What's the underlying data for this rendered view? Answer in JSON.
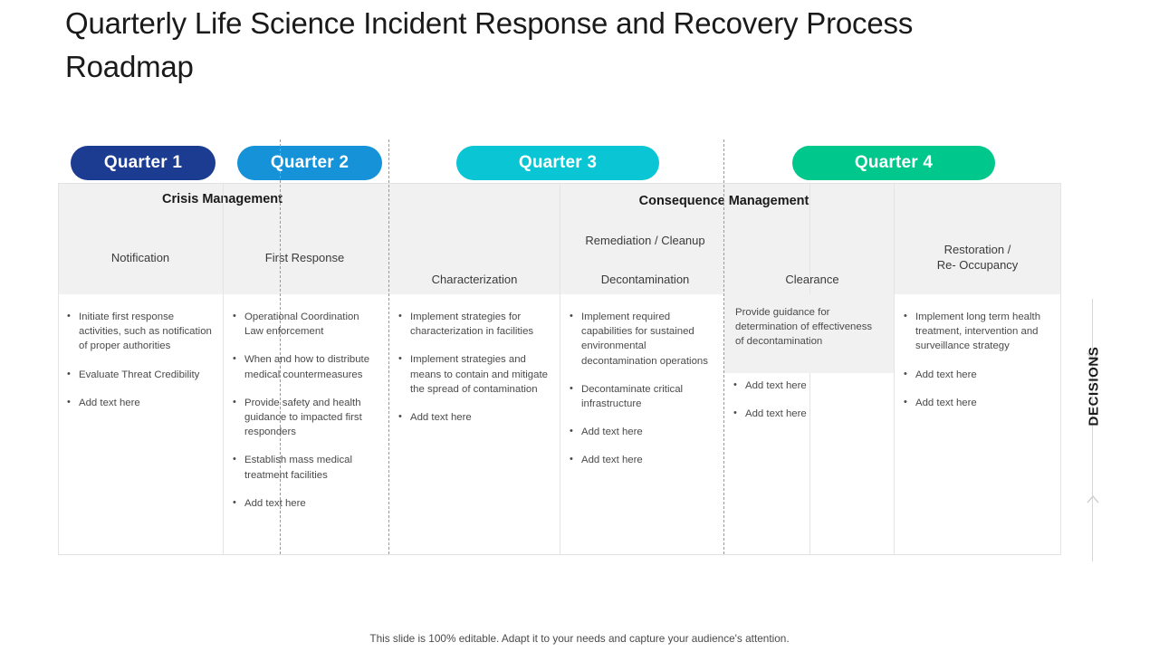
{
  "slide": {
    "title": "Quarterly Life Science Incident Response and Recovery Process Roadmap",
    "footer_note": "This slide is 100% editable. Adapt it to your needs and capture your audience's attention.",
    "side_label": "DECISIONS"
  },
  "colors": {
    "quarter1": "#1b3c91",
    "quarter2": "#1592d8",
    "quarter3": "#0ac6d4",
    "quarter4": "#00c78c",
    "header_band": "#f1f1f1",
    "callout": "#f1f1f1",
    "divider_dashed": "#9a9a9a",
    "divider_solid": "#e4e4e4",
    "text_body": "#4a4a4a",
    "text_heading": "#1a1a1a"
  },
  "quarters": [
    {
      "label": "Quarter 1",
      "color_key": "quarter1"
    },
    {
      "label": "Quarter 2",
      "color_key": "quarter2"
    },
    {
      "label": "Quarter 3",
      "color_key": "quarter3"
    },
    {
      "label": "Quarter 4",
      "color_key": "quarter4"
    }
  ],
  "groups": [
    {
      "title": "Crisis Management"
    },
    {
      "title": "Consequence Management"
    }
  ],
  "columns": [
    {
      "phase": "Notification",
      "items": [
        {
          "type": "bullet",
          "text": "Initiate first response activities, such as notification of proper authorities"
        },
        {
          "type": "bullet",
          "text": "Evaluate Threat Credibility"
        },
        {
          "type": "bullet",
          "text": "Add text here"
        }
      ]
    },
    {
      "phase": "First Response",
      "items": [
        {
          "type": "bullet",
          "text": "Operational Coordination Law enforcement"
        },
        {
          "type": "bullet",
          "text": "When and how to distribute medical countermeasures"
        },
        {
          "type": "bullet",
          "text": "Provide safety and health guidance to impacted first responders"
        },
        {
          "type": "bullet",
          "text": "Establish mass medical treatment facilities"
        },
        {
          "type": "bullet",
          "text": "Add text here"
        }
      ]
    },
    {
      "phase": "Characterization",
      "items": [
        {
          "type": "bullet",
          "text": "Implement strategies for characterization in facilities"
        },
        {
          "type": "bullet",
          "text": "Implement strategies and means to contain and mitigate the spread of contamination"
        },
        {
          "type": "bullet",
          "text": "Add text here"
        }
      ]
    },
    {
      "phase": "Decontamination",
      "phase_above": "Remediation / Cleanup",
      "items": [
        {
          "type": "bullet",
          "text": "Implement required capabilities for sustained environmental decontamination operations"
        },
        {
          "type": "bullet",
          "text": "Decontaminate critical infrastructure"
        },
        {
          "type": "bullet",
          "text": "Add text here"
        },
        {
          "type": "bullet",
          "text": "Add text here"
        }
      ]
    },
    {
      "phase": "Clearance",
      "callout": "Provide guidance for determination of effectiveness of decontamination",
      "items": [
        {
          "type": "bullet",
          "text": "Add text here"
        },
        {
          "type": "bullet",
          "text": "Add text here"
        }
      ]
    },
    {
      "phase": "Restoration /\nRe- Occupancy",
      "items": [
        {
          "type": "bullet",
          "text": "Implement long term health treatment, intervention and surveillance strategy"
        },
        {
          "type": "bullet",
          "text": "Add text here"
        },
        {
          "type": "bullet",
          "text": "Add text here"
        }
      ]
    }
  ]
}
